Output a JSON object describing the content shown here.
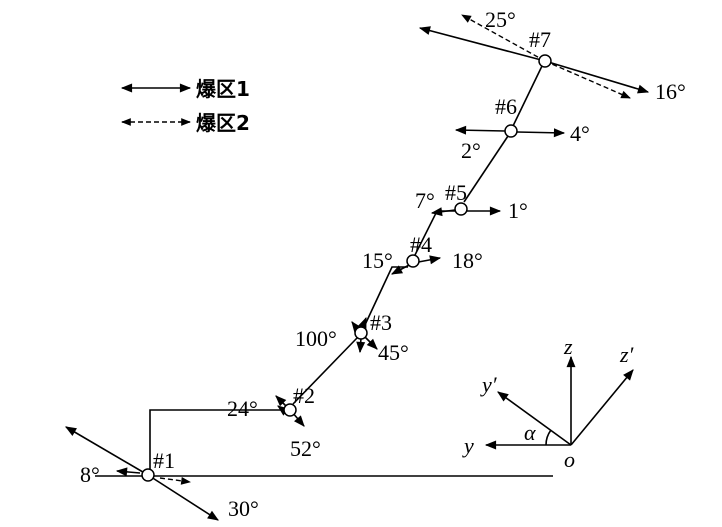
{
  "legend": [
    {
      "label": "爆区1",
      "style": "solid"
    },
    {
      "label": "爆区2",
      "style": "dashed"
    }
  ],
  "holes": [
    {
      "id": "#1",
      "angles": [
        "8°",
        "30°"
      ]
    },
    {
      "id": "#2",
      "angles": [
        "24°",
        "52°"
      ]
    },
    {
      "id": "#3",
      "angles": [
        "100°",
        "45°"
      ]
    },
    {
      "id": "#4",
      "angles": [
        "15°",
        "18°"
      ]
    },
    {
      "id": "#5",
      "angles": [
        "7°",
        "1°"
      ]
    },
    {
      "id": "#6",
      "angles": [
        "2°",
        "4°"
      ]
    },
    {
      "id": "#7",
      "angles": [
        "25°",
        "16°"
      ]
    }
  ],
  "axes": {
    "z": "z",
    "z_prime": "z′",
    "y": "y",
    "y_prime": "y′",
    "origin": "o",
    "alpha": "α"
  }
}
